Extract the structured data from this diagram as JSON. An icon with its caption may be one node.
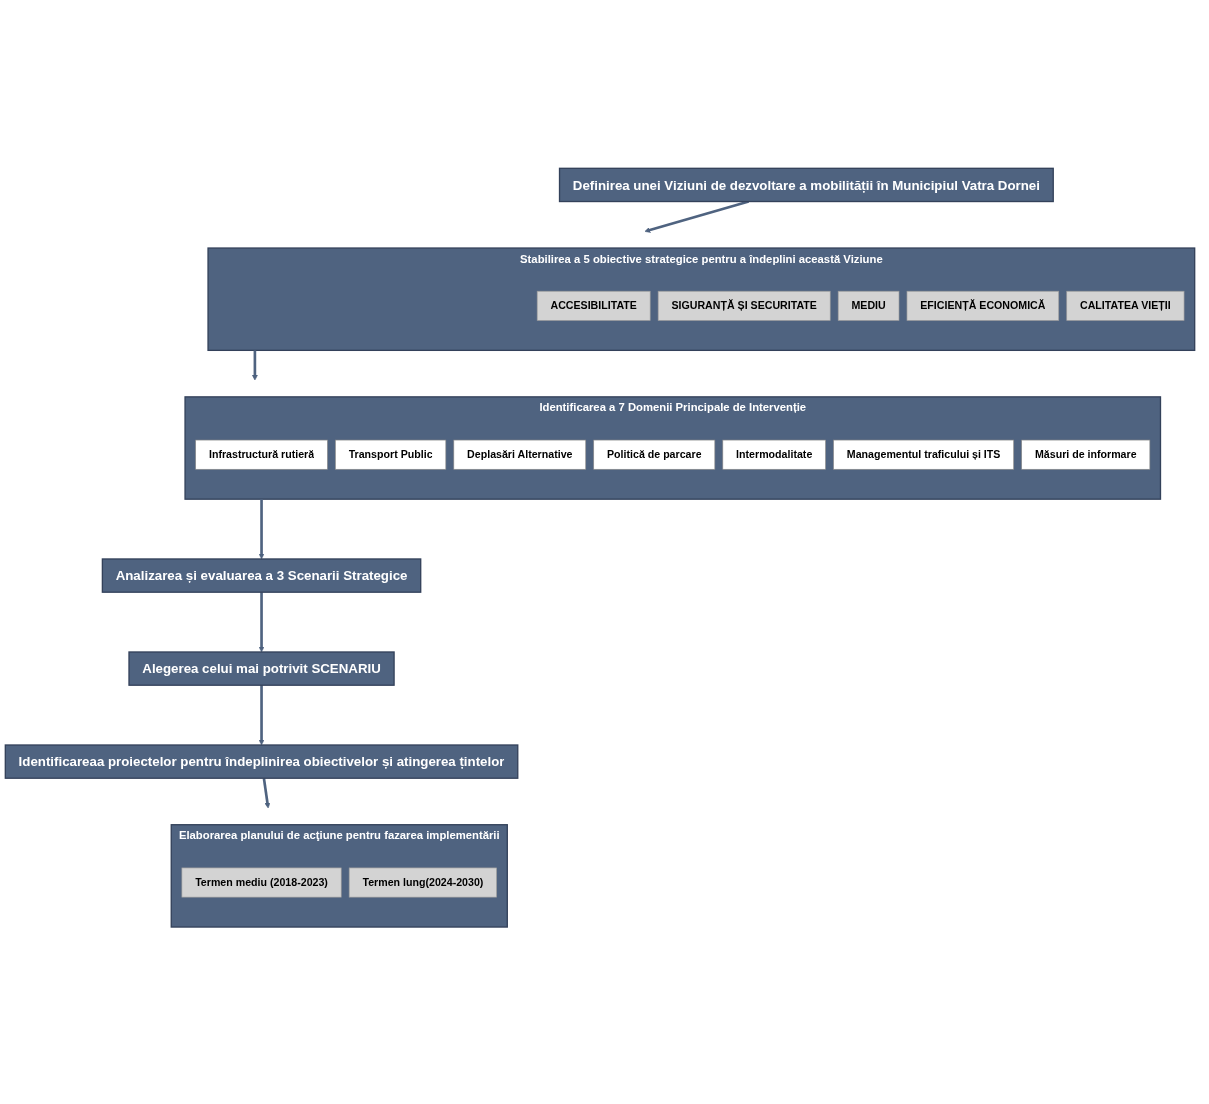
{
  "diagram": {
    "nodes": [
      {
        "text": [
          "Definirea unei Viziuni de dezvoltare a mobilității în Municipiul Vatra Dornei"
        ]
      },
      {
        "text": [
          "Stabilirea a 5 obiective strategice pentru a îndeplini această Viziune"
        ]
      },
      {
        "text": [
          "ACCESIBILITATE"
        ],
        "in": 1
      },
      {
        "text": [
          "SIGURANȚĂ ȘI SECURITATE"
        ],
        "in": 1
      },
      {
        "text": [
          "MEDIU"
        ],
        "in": 1
      },
      {
        "text": [
          "EFICIENȚĂ ECONOMICĂ"
        ],
        "in": 1
      },
      {
        "text": [
          "CALITATEA VIEȚII"
        ],
        "in": 1
      },
      {
        "text": [
          "Identificarea a 7 Domenii Principale de Intervenție"
        ]
      },
      {
        "text": [
          "Infrastructură rutieră"
        ],
        "in": 7
      },
      {
        "text": [
          "Transport Public"
        ],
        "in": 7
      },
      {
        "text": [
          "Deplasări Alternative"
        ],
        "in": 7
      },
      {
        "text": [
          "Politică de parcare"
        ],
        "in": 7
      },
      {
        "text": [
          "Intermodalitate"
        ],
        "in": 7
      },
      {
        "text": [
          "Managementul traficului și ITS"
        ],
        "in": 7
      },
      {
        "text": [
          "Măsuri de informare"
        ],
        "in": 7
      },
      {
        "text": [
          "Analizarea și evaluarea a 3 Scenarii Strategice"
        ]
      },
      {
        "text": [
          "Alegerea celui mai potrivit SCENARIU"
        ]
      },
      {
        "text": [
          "Identificareaa proiectelor pentru îndeplinirea obiectivelor și atingerea țintelor"
        ]
      },
      {
        "text": [
          "Elaborarea planului de acţiune pentru fazarea implementării"
        ]
      },
      {
        "text": [
          "Termen mediu (2018-2023)"
        ],
        "in": 18
      },
      {
        "text": [
          "Termen lung(2024-2030)"
        ],
        "in": 18
      }
    ],
    "edges": [
      {
        "from": 0,
        "to": 1,
        "arrow": "to"
      },
      {
        "from": 1,
        "to": 7,
        "arrow": "to"
      },
      {
        "from": 7,
        "to": 15,
        "arrow": "to"
      },
      {
        "from": 15,
        "to": 16,
        "arrow": "to"
      },
      {
        "from": 16,
        "to": 17,
        "arrow": "to"
      },
      {
        "from": 17,
        "to": 18,
        "arrow": "to"
      }
    ]
  }
}
